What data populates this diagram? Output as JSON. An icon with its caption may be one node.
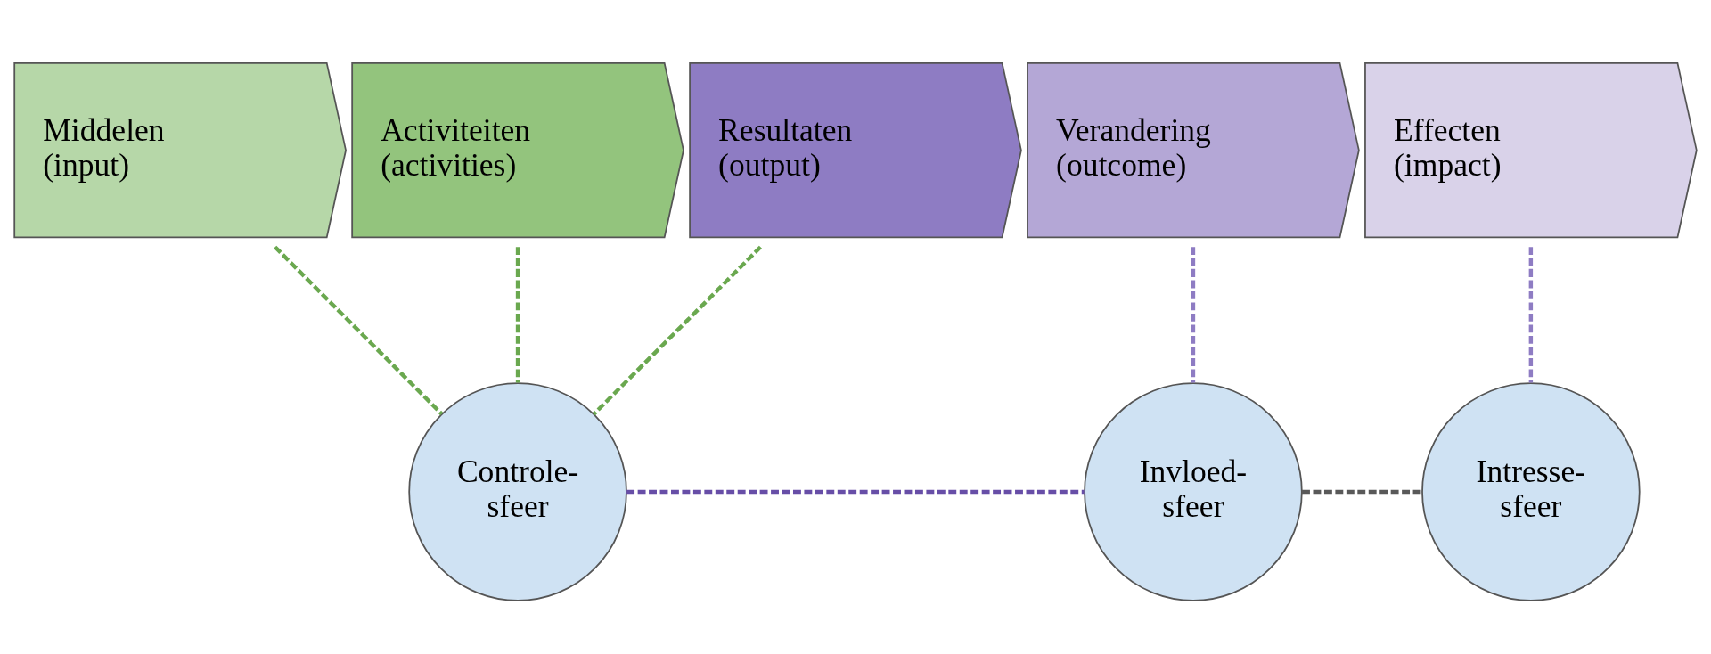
{
  "diagram": {
    "nodes": [
      {
        "text": [
          "Middelen (input)"
        ]
      },
      {
        "text": [
          "Activiteiten (activities)"
        ]
      },
      {
        "text": [
          "Resultaten (output)"
        ]
      },
      {
        "text": [
          "Verandering (outcome)"
        ]
      },
      {
        "text": [
          "Effecten (impact)"
        ]
      },
      {
        "text": [
          "Controle- sfeer"
        ]
      },
      {
        "text": [
          "Invloed- sfeer"
        ]
      },
      {
        "text": [
          "Intresse- sfeer"
        ]
      }
    ],
    "edges": [
      {
        "from": 0,
        "to": 5,
        "arrow": "none",
        "style": "dashed",
        "color": "#6aa84f"
      },
      {
        "from": 1,
        "to": 5,
        "arrow": "none",
        "style": "dashed",
        "color": "#6aa84f"
      },
      {
        "from": 2,
        "to": 5,
        "arrow": "none",
        "style": "dashed",
        "color": "#6aa84f"
      },
      {
        "from": 3,
        "to": 6,
        "arrow": "none",
        "style": "dashed",
        "color": "#8e7cc3"
      },
      {
        "from": 4,
        "to": 7,
        "arrow": "none",
        "style": "dashed",
        "color": "#8e7cc3"
      },
      {
        "from": 5,
        "to": 6,
        "arrow": "none",
        "style": "dashed",
        "color": "#674ea7"
      },
      {
        "from": 6,
        "to": 7,
        "arrow": "none",
        "style": "dashed",
        "color": "#595959"
      }
    ]
  }
}
